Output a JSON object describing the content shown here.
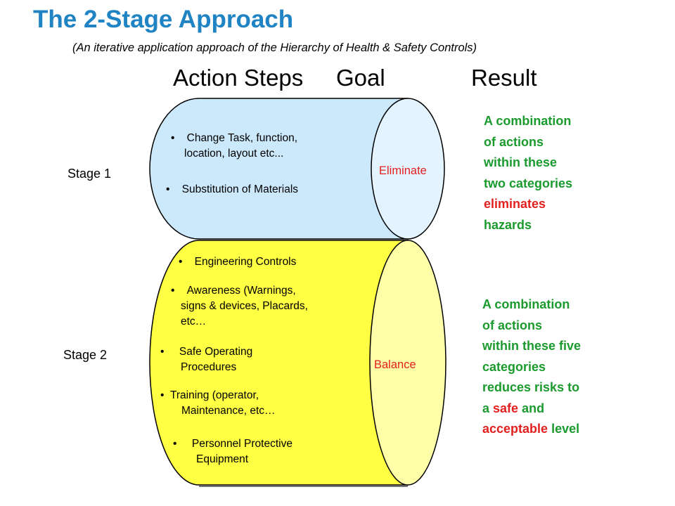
{
  "header": {
    "title": "The 2-Stage Approach",
    "subtitle": "(An iterative application approach of the Hierarchy of Health & Safety Controls)"
  },
  "columns": {
    "action": "Action Steps",
    "goal": "Goal",
    "result": "Result"
  },
  "colors": {
    "title": "#1f83c4",
    "stage1_fill": "#cce8fb",
    "stage2_fill": "#ffff44",
    "goal_text": "#e32020",
    "result_text": "#1b9a2e"
  },
  "stages": [
    {
      "label": "Stage 1",
      "goal": "Eliminate",
      "actions": [
        [
          "Change Task, function,",
          "location, layout etc..."
        ],
        [
          "Substitution of Materials"
        ]
      ],
      "result_lines": [
        "A combination",
        "of actions",
        "within these",
        "two categories"
      ],
      "result_highlight": "eliminates",
      "result_tail": "hazards"
    },
    {
      "label": "Stage 2",
      "goal": "Balance",
      "actions": [
        [
          "Engineering Controls"
        ],
        [
          "Awareness (Warnings,",
          "signs & devices, Placards,",
          "etc…"
        ],
        [
          "Safe Operating",
          "Procedures"
        ],
        [
          "Training  (operator,",
          "Maintenance, etc…"
        ],
        [
          "Personnel Protective",
          "Equipment"
        ]
      ],
      "result_lines": [
        "A combination",
        "of actions",
        "within these five",
        "categories",
        "reduces risks to"
      ],
      "result_a": "a",
      "result_safe": "safe",
      "result_and": "and",
      "result_acceptable": "acceptable",
      "result_level": "level"
    }
  ]
}
